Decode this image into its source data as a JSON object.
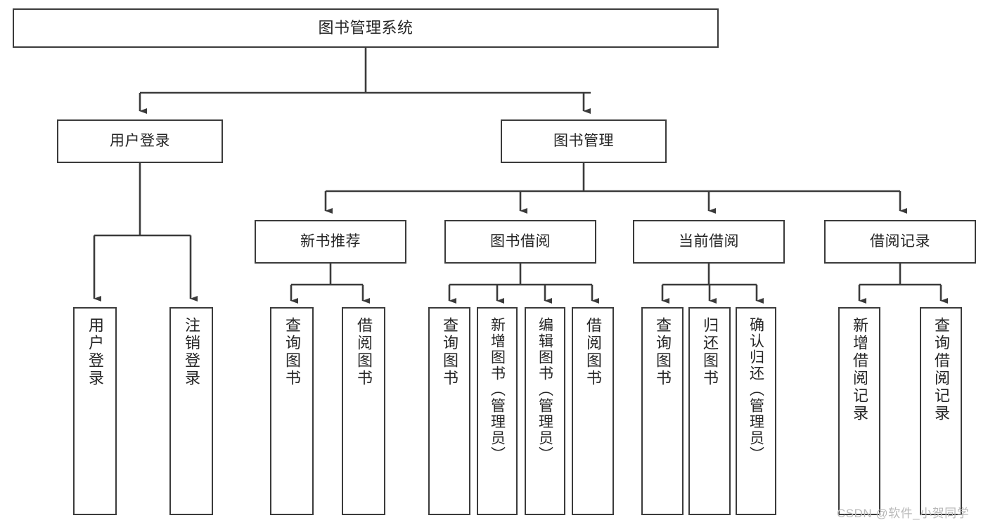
{
  "diagram": {
    "title": "图书管理系统",
    "type": "hierarchy-tree",
    "colors": {
      "box_border": "#3b3b3b",
      "box_fill": "#ffffff",
      "edge": "#3b3b3b",
      "text": "#262626",
      "watermark": "#b9b9b9"
    },
    "levels": {
      "root": {
        "label": "图书管理系统"
      },
      "level2": [
        {
          "label": "用户登录"
        },
        {
          "label": "图书管理"
        }
      ],
      "level3": [
        {
          "label": "新书推荐"
        },
        {
          "label": "图书借阅"
        },
        {
          "label": "当前借阅"
        },
        {
          "label": "借阅记录"
        }
      ],
      "leaves": {
        "user_login": [
          {
            "label": "用户登录"
          },
          {
            "label": "注销登录"
          }
        ],
        "new_book_recommend": [
          {
            "label": "查询图书"
          },
          {
            "label": "借阅图书"
          }
        ],
        "book_borrow": [
          {
            "label": "查询图书"
          },
          {
            "label": "新增图书（管理员）"
          },
          {
            "label": "编辑图书（管理员）"
          },
          {
            "label": "借阅图书"
          }
        ],
        "current_borrow": [
          {
            "label": "查询图书"
          },
          {
            "label": "归还图书"
          },
          {
            "label": "确认归还（管理员）"
          }
        ],
        "borrow_record": [
          {
            "label": "新增借阅记录"
          },
          {
            "label": "查询借阅记录"
          }
        ]
      }
    },
    "watermark": "CSDN @软件_小贺同学"
  }
}
